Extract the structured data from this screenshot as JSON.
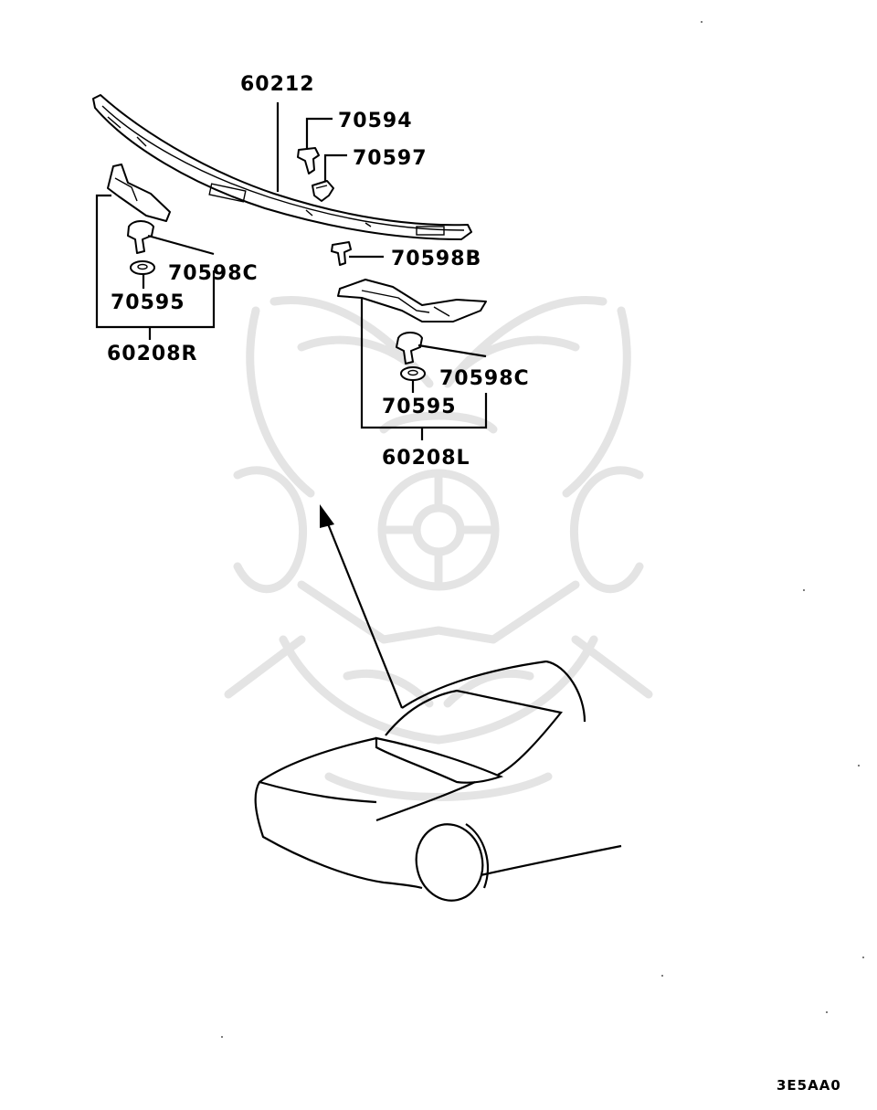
{
  "diagram": {
    "labels": {
      "p60212": "60212",
      "p70594": "70594",
      "p70597": "70597",
      "p70598B": "70598B",
      "p70598C_r": "70598C",
      "p70595_r": "70595",
      "p60208R": "60208R",
      "p70598C_l": "70598C",
      "p70595_l": "70595",
      "p60208L": "60208L"
    },
    "diagram_code": "3E5AA0"
  }
}
